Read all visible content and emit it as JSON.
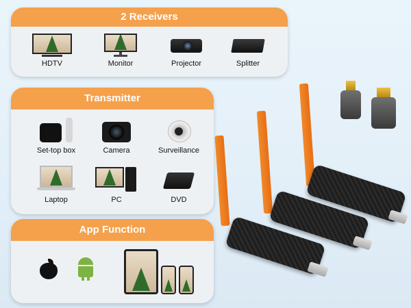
{
  "receivers": {
    "title": "2 Receivers",
    "items": [
      {
        "label": "HDTV",
        "icon": "tv-icon"
      },
      {
        "label": "Monitor",
        "icon": "monitor-icon"
      },
      {
        "label": "Projector",
        "icon": "projector-icon"
      },
      {
        "label": "Splitter",
        "icon": "splitter-icon"
      }
    ]
  },
  "transmitter": {
    "title": "Transmitter",
    "items": [
      {
        "label": "Set-top box",
        "icon": "set-top-box-icon"
      },
      {
        "label": "Camera",
        "icon": "camera-icon"
      },
      {
        "label": "Surveillance",
        "icon": "surveillance-camera-icon"
      },
      {
        "label": "Laptop",
        "icon": "laptop-icon"
      },
      {
        "label": "PC",
        "icon": "pc-icon"
      },
      {
        "label": "DVD",
        "icon": "dvd-icon"
      }
    ]
  },
  "app": {
    "title": "App Function",
    "icons": [
      "apple-icon",
      "android-icon",
      "tablet-phones-icon"
    ]
  },
  "colors": {
    "accent": "#f5a04b",
    "antenna": "#e8761c",
    "panel": "#eef1f4"
  }
}
